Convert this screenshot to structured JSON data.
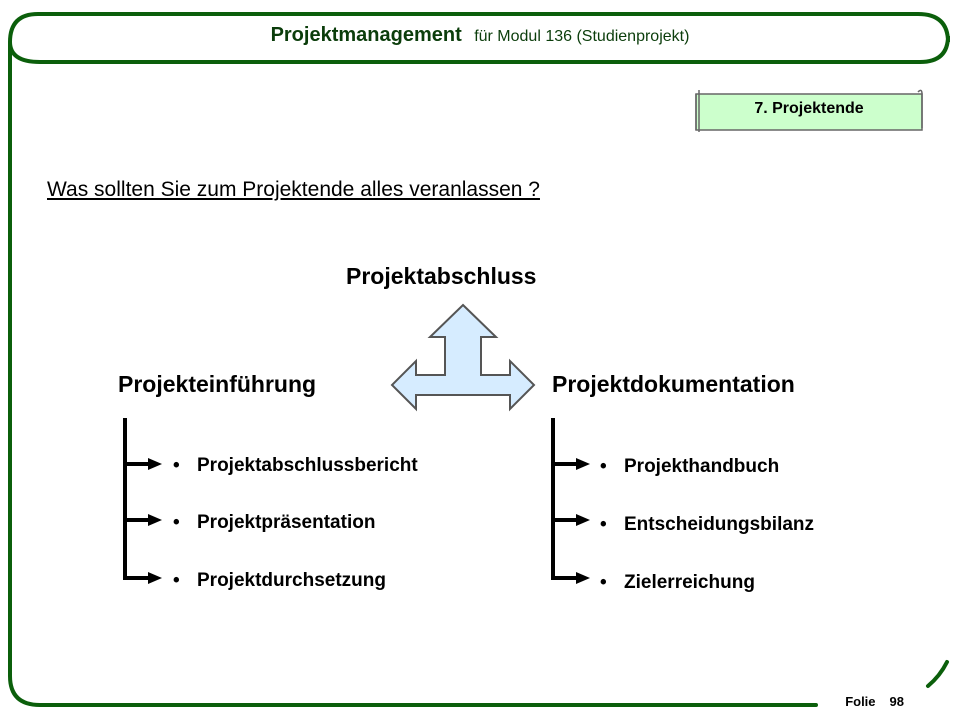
{
  "header": {
    "title": "Projektmanagement",
    "subtitle": "für Modul 136 (Studienprojekt)"
  },
  "chapter_tag": "7.  Projektende",
  "question": "Was sollten Sie zum Projektende alles veranlassen ?",
  "diagram": {
    "top": "Projektabschluss",
    "left": "Projekteinführung",
    "right": "Projektdokumentation"
  },
  "left_items": [
    "Projektabschlussbericht",
    "Projektpräsentation",
    "Projektdurchsetzung"
  ],
  "right_items": [
    "Projekthandbuch",
    "Entscheidungsbilanz",
    "Zielerreichung"
  ],
  "bullet_char": "•",
  "footer": {
    "label": "Folie",
    "page": "98"
  },
  "colors": {
    "frame": "#0b5f0b",
    "arrow_fill": "#d6ecff",
    "tag_fill": "#ccffcc"
  }
}
